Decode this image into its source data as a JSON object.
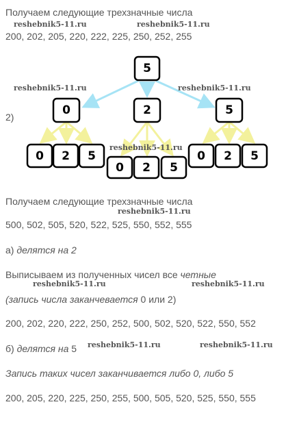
{
  "section1": {
    "heading": "Получаем следующие трехзначные числа",
    "numbers": "200, 202, 205, 220, 222, 225, 250, 252, 255"
  },
  "tree": {
    "label": "2)",
    "root": "5",
    "level1": [
      "0",
      "2",
      "5"
    ],
    "leaves": [
      [
        "0",
        "2",
        "5"
      ],
      [
        "0",
        "2",
        "5"
      ],
      [
        "0",
        "2",
        "5"
      ]
    ],
    "colors": {
      "root_arrows": "#a6e3f5",
      "leaf_arrows": "#f3f19c",
      "box_stroke": "#000000"
    }
  },
  "section2": {
    "heading": "Получаем следующие трехзначные числа",
    "numbers": "500, 502, 505, 520, 522, 525, 550, 552, 555"
  },
  "part_a": {
    "label": "а)",
    "condition": "делятся на 2",
    "intro_plain": "Выписываем из полученных чисел все",
    "intro_italic": "четные",
    "note_italic": "(запись числа заканчевается",
    "note_plain": "0 или 2)",
    "numbers": "200, 202, 220, 222, 250, 252, 500, 502, 520, 522, 550, 552"
  },
  "part_b": {
    "label": "б)",
    "condition": "делятся на",
    "condition_num": "5",
    "note": "Запись таких чисел заканчивается либо 0, либо 5",
    "numbers": "200, 205, 220, 225, 250, 255, 500, 505, 520, 525, 550, 555"
  },
  "watermark": "reshebnik5-11.ru"
}
